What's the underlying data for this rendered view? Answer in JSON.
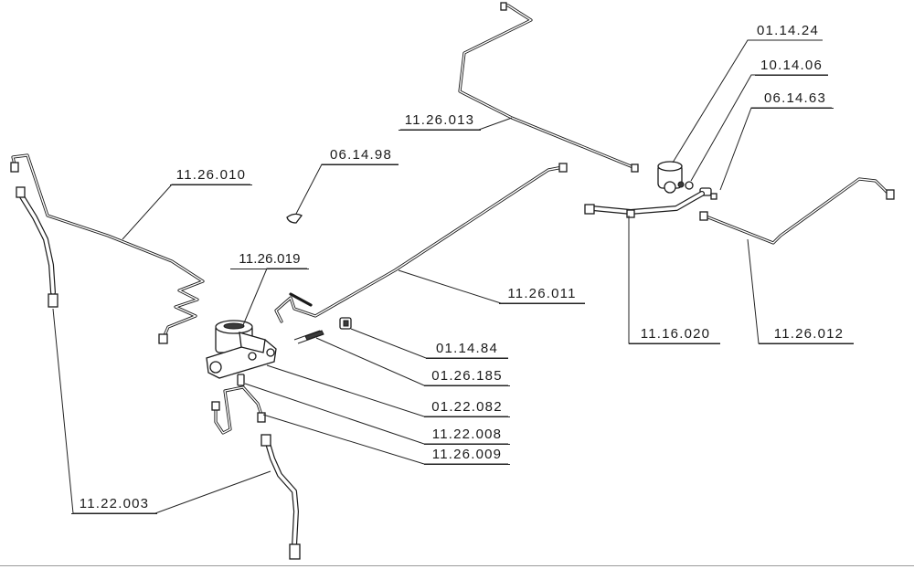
{
  "diagram": {
    "labels": {
      "l_01_14_24": "01.14.24",
      "l_10_14_06": "10.14.06",
      "l_06_14_63": "06.14.63",
      "l_11_26_013": "11.26.013",
      "l_06_14_98": "06.14.98",
      "l_11_26_010": "11.26.010",
      "l_11_26_019": "11.26.019",
      "l_11_26_011": "11.26.011",
      "l_11_16_020": "11.16.020",
      "l_11_26_012": "11.26.012",
      "l_01_14_84": "01.14.84",
      "l_01_26_185": "01.26.185",
      "l_01_22_082": "01.22.082",
      "l_11_22_008": "11.22.008",
      "l_11_26_009": "11.26.009",
      "l_11_22_003": "11.22.003"
    }
  }
}
